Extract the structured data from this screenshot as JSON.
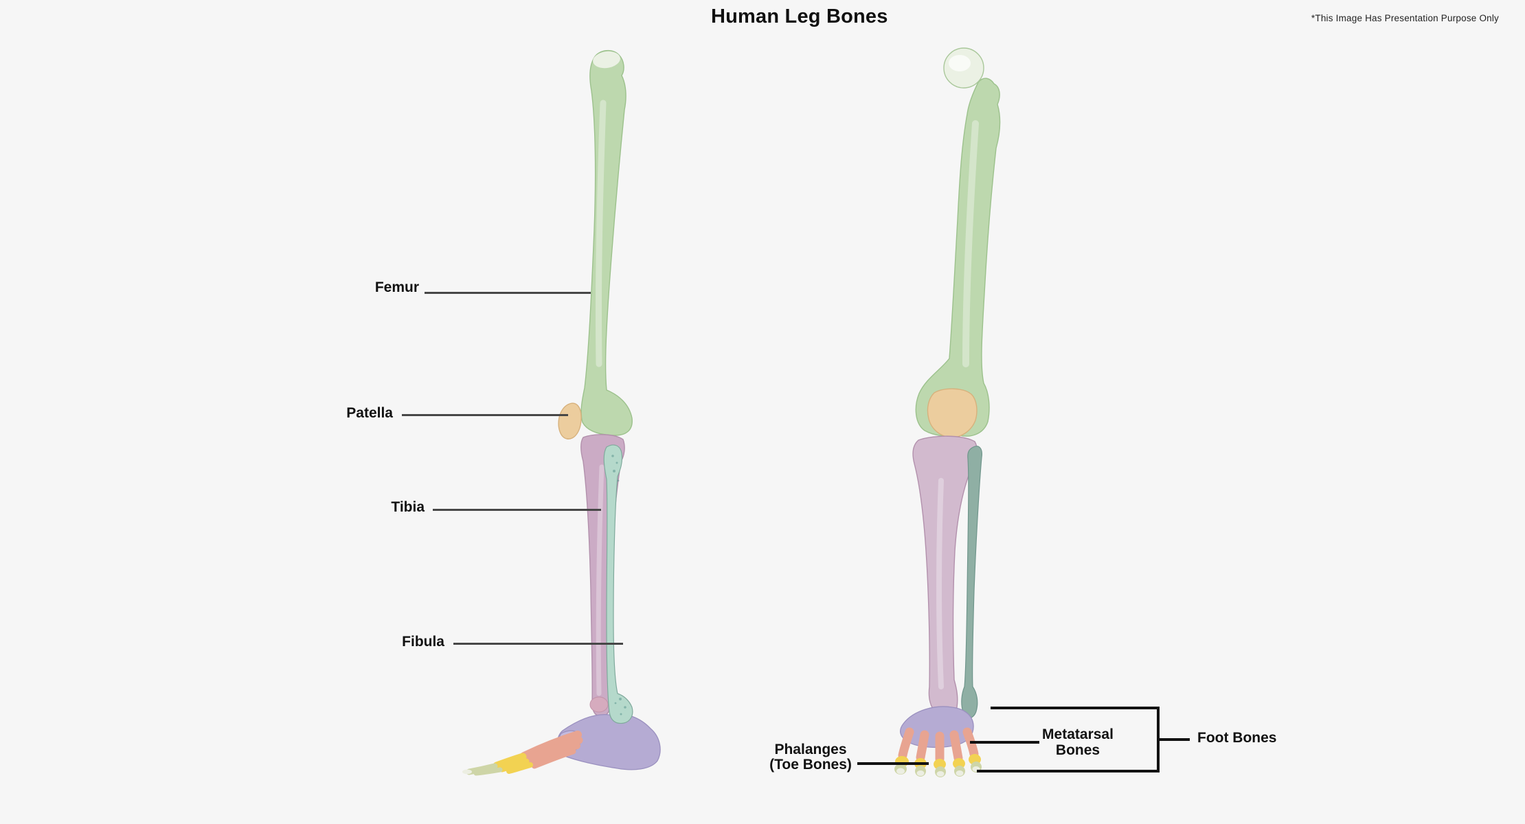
{
  "page": {
    "title": "Human Leg Bones",
    "disclaimer": "*This Image Has Presentation Purpose Only",
    "background": "#f6f6f6"
  },
  "annotations": {
    "femur": {
      "label": "Femur"
    },
    "patella": {
      "label": "Patella"
    },
    "tibia": {
      "label": "Tibia"
    },
    "fibula": {
      "label": "Fibula"
    },
    "phalanges": {
      "label_line1": "Phalanges",
      "label_line2": "(Toe Bones)"
    },
    "metatarsal": {
      "label_line1": "Metatarsal",
      "label_line2": "Bones"
    },
    "foot_bones": {
      "label": "Foot Bones"
    }
  },
  "colors": {
    "background": "#f6f6f6",
    "femur": "#bdd8ae",
    "bone_highlight": "#ebf1e4",
    "patella": "#eccd9e",
    "tibia": "#cbabc5",
    "tibia_right": "#d2bace",
    "fibula": "#b5d9cb",
    "fibula_right": "#8fafa4",
    "fibula_speckle": "#55908a",
    "talus_pink": "#d6abbe",
    "tarsals": "#b5abd3",
    "tarsals_light": "#c3bade",
    "metatarsals": "#e8a491",
    "phalanges_yellow": "#f2d252",
    "phalanges_olive": "#ced5a7",
    "toe_tip_white": "#eceee2",
    "leader_line": "#474747",
    "bracket_line": "#121212",
    "label_text": "#111111"
  }
}
